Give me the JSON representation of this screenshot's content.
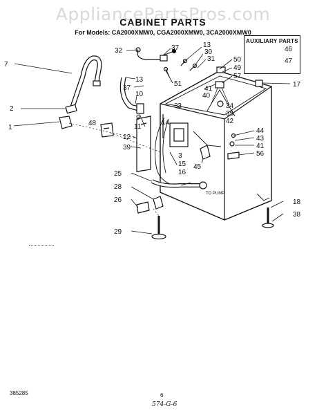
{
  "watermark": "AppliancePartsPros.com",
  "title": "CABINET PARTS",
  "models": "For Models: CA2000XMW0, CGA2000XMW0, 3CA2000XMW0",
  "auxiliary": {
    "title": "AUXILIARY PARTS",
    "items": [
      "46",
      "47"
    ]
  },
  "callouts": {
    "c32": "32",
    "c37a": "37",
    "c13a": "13",
    "c30": "30",
    "c31": "31",
    "c50": "50",
    "c49": "49",
    "c57": "57",
    "c17": "17",
    "c7": "7",
    "c13b": "13",
    "c37b": "37",
    "c51": "51",
    "c10": "10",
    "c41a": "41",
    "c40": "40",
    "c34": "34",
    "c33": "33",
    "c35": "35",
    "c42": "42",
    "c2": "2",
    "c9": "9",
    "c14": "14",
    "c11": "11",
    "c1": "1",
    "c48": "48",
    "c12": "12",
    "c44": "44",
    "c43": "43",
    "c41b": "41",
    "c56": "56",
    "c39": "39",
    "c3": "3",
    "c15": "15",
    "c45": "45",
    "c16": "16",
    "c25": "25",
    "c28": "28",
    "c26": "26",
    "c18": "18",
    "c38": "38",
    "c29": "29"
  },
  "to_pump": "TO PUMP",
  "footer": {
    "code": "385285",
    "page": "6",
    "handwritten": "574-G-6"
  },
  "colors": {
    "ink": "#111111",
    "watermark": "#d9d9d9",
    "paper": "#ffffff"
  }
}
